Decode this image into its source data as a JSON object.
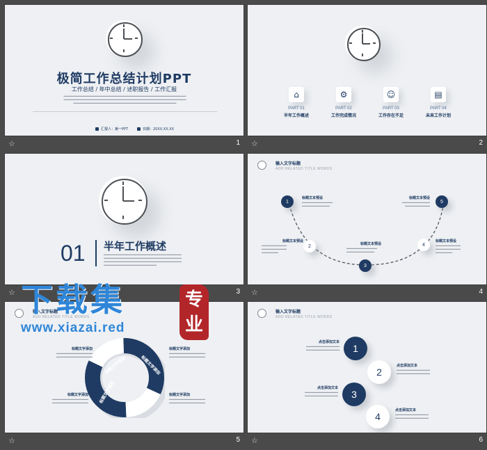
{
  "slides": [
    {
      "number": "1",
      "title": "极简工作总结计划PPT",
      "subtitle": "工作总结 / 年中总结 / 述职报告 / 工作汇报",
      "reporter": "汇报人：第一PPT",
      "date": "日期：20XX.XX.XX"
    },
    {
      "number": "2",
      "parts": [
        {
          "tag": "PART 01",
          "label": "半年工作概述",
          "icon": "home-icon"
        },
        {
          "tag": "PART 02",
          "label": "工作完成情况",
          "icon": "gears-icon"
        },
        {
          "tag": "PART 03",
          "label": "工作存在不足",
          "icon": "people-icon"
        },
        {
          "tag": "PART 04",
          "label": "未来工作计划",
          "icon": "document-icon"
        }
      ]
    },
    {
      "number": "3",
      "section_number": "01",
      "section_title": "半年工作概述"
    },
    {
      "number": "4",
      "header_title": "输入文字标题",
      "header_sub": "ADD RELATED TITLE WORDS",
      "nodes": [
        "1",
        "2",
        "3",
        "4",
        "5"
      ],
      "labels": [
        "标题文本预设",
        "标题文本预设",
        "标题文本预设",
        "标题文本预设",
        "标题文本预设"
      ]
    },
    {
      "number": "5",
      "header_title": "输入文字标题",
      "header_sub": "ADD RELATED TITLE WORDS",
      "labels": [
        "标题文字添加",
        "标题文字添加",
        "标题文字添加",
        "标题文字添加"
      ],
      "ring_labels": [
        "标题文字添加",
        "标题文字添加",
        "标题文字添加",
        "标题文字添加"
      ]
    },
    {
      "number": "6",
      "header_title": "输入文字标题",
      "header_sub": "ADD RELATED TITLE WORDS",
      "nodes": [
        "1",
        "2",
        "3",
        "4"
      ],
      "labels": [
        "点击添加文本",
        "点击添加文本",
        "点击添加文本",
        "点击添加文本"
      ]
    }
  ],
  "watermark": {
    "brand": "下载集",
    "seal": "专业",
    "url": "www.xiazai.red"
  },
  "colors": {
    "navy": "#1f3b63",
    "background": "#4a4a4a",
    "slide": "#eef0f3",
    "watermark_blue": "#2f86d8",
    "seal_red": "#b2262a"
  }
}
